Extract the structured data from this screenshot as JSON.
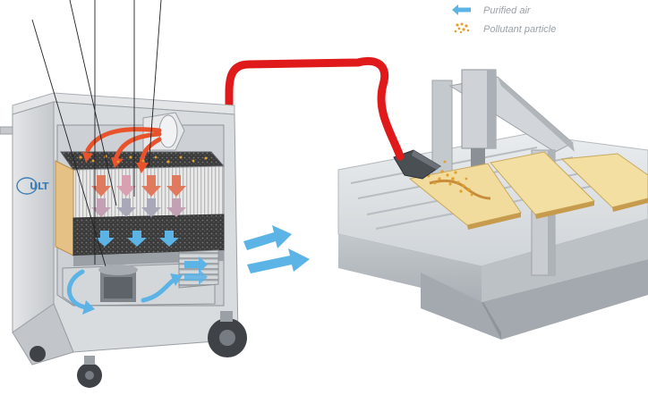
{
  "legend": {
    "items": [
      {
        "label": "Purified air",
        "symbol": "blue-arrow-icon",
        "color": "#5bb3e6"
      },
      {
        "label": "Pollutant particle",
        "symbol": "particle-dots-icon",
        "color": "#e0a030"
      }
    ]
  },
  "unit": {
    "logo_text": "ULT"
  },
  "colors": {
    "hose": "#e01a1a",
    "polluted_air": "#e8532b",
    "purified_air": "#5bb3e6",
    "unit_body": "#d7d9db",
    "table_body": "#c9ced2",
    "workpiece": "#f3dfa2"
  }
}
